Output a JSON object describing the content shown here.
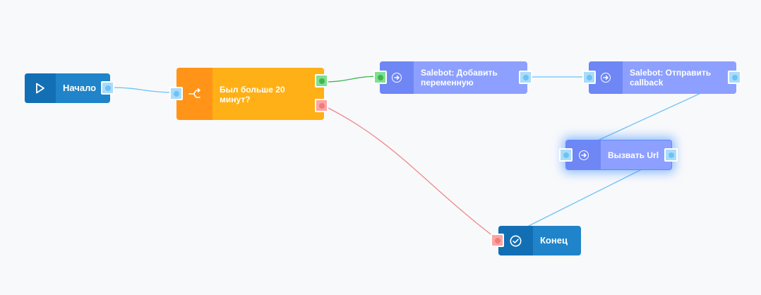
{
  "colors": {
    "edge_blue": "#6cc2f5",
    "edge_green": "#3fb653",
    "edge_red": "#ef8a8a"
  },
  "nodes": {
    "start": {
      "label": "Начало",
      "icon": "play-icon"
    },
    "condition": {
      "label": "Был больше 20 минут?",
      "icon": "branch-icon"
    },
    "action_add_variable": {
      "label": "Salebot: Добавить переменную",
      "icon": "arrow-circle-icon"
    },
    "action_send_callback": {
      "label": "Salebot: Отправить callback",
      "icon": "arrow-circle-icon"
    },
    "action_call_url": {
      "label": "Вызвать Url",
      "icon": "arrow-circle-icon",
      "selected": true
    },
    "end": {
      "label": "Конец",
      "icon": "check-circle-icon"
    }
  },
  "edges": [
    {
      "from": "start",
      "to": "condition",
      "kind": "default"
    },
    {
      "from": "condition",
      "to": "action_add_variable",
      "kind": "true"
    },
    {
      "from": "condition",
      "to": "end",
      "kind": "false"
    },
    {
      "from": "action_add_variable",
      "to": "action_send_callback",
      "kind": "default"
    },
    {
      "from": "action_send_callback",
      "to": "action_call_url",
      "kind": "default"
    },
    {
      "from": "action_call_url",
      "to": "end",
      "kind": "default"
    }
  ]
}
